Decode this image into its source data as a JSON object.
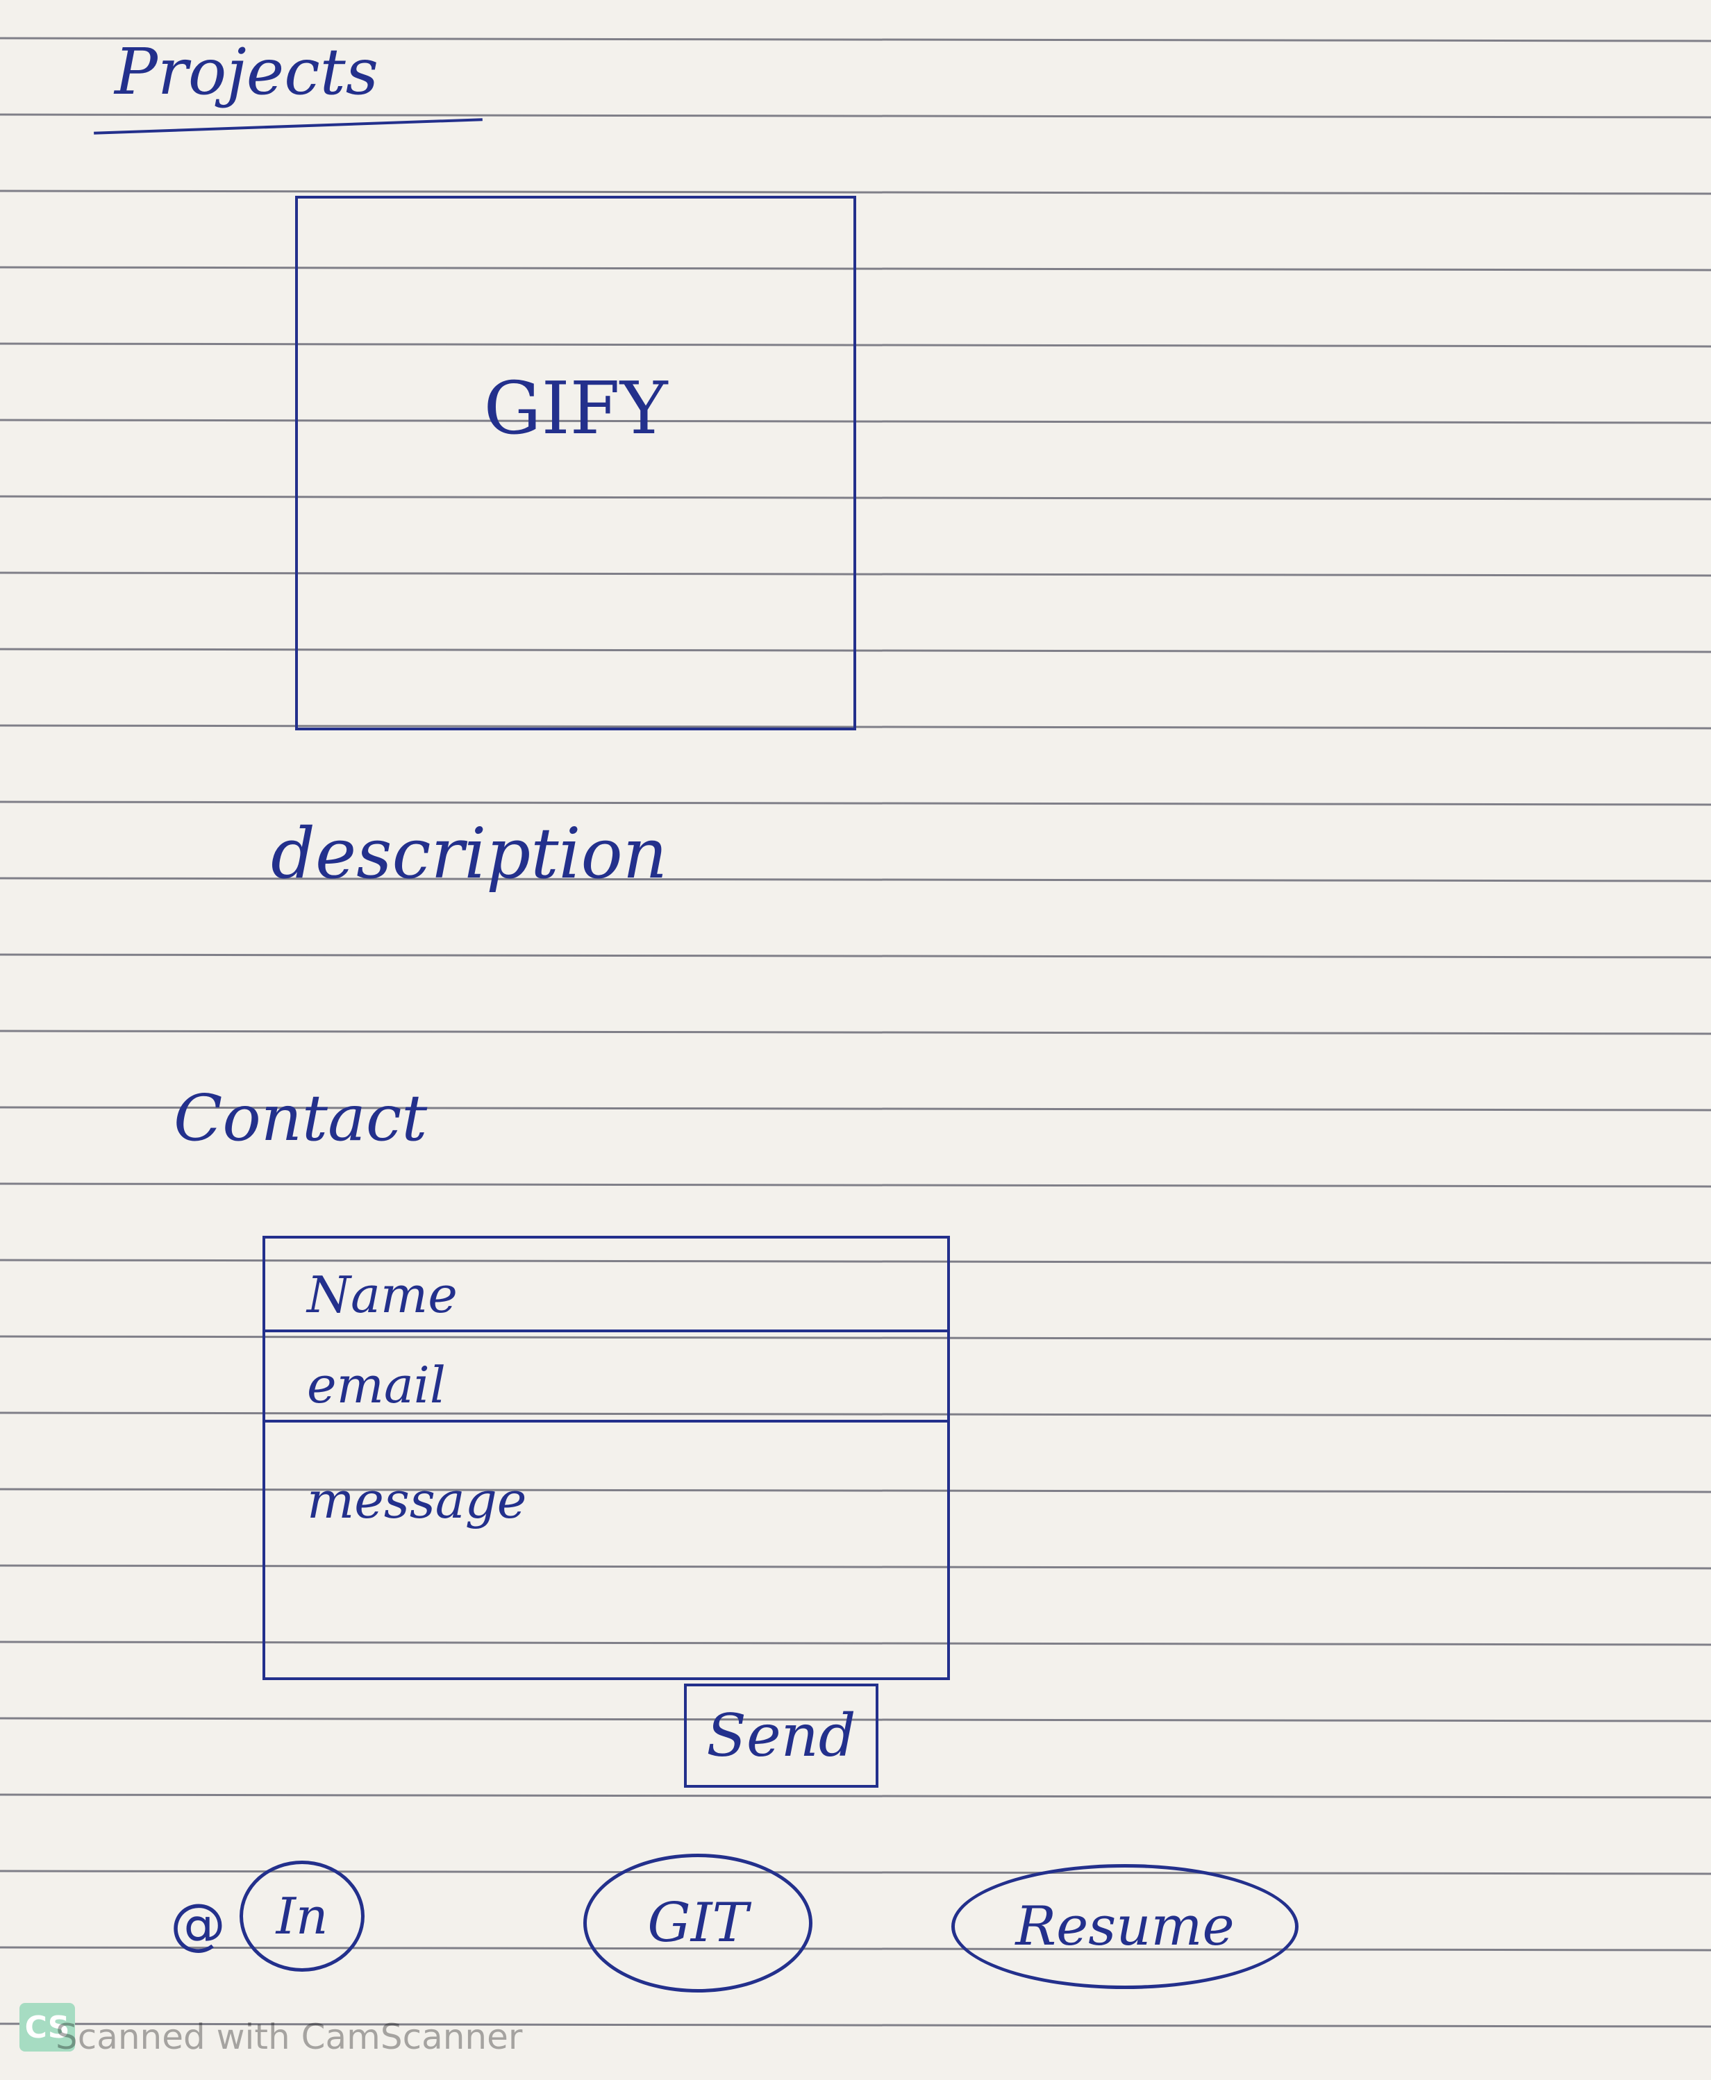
{
  "projects": {
    "title": "Projects",
    "card_label": "GIFY",
    "description": "description"
  },
  "contact": {
    "title": "Contact",
    "name_label": "Name",
    "email_label": "email",
    "message_label": "message",
    "send_label": "Send"
  },
  "links": {
    "at_symbol": "@",
    "linkedin_label": "In",
    "github_label": "GIT",
    "resume_label": "Resume"
  },
  "watermark": {
    "badge": "CS",
    "text": "Scanned with CamScanner"
  },
  "colors": {
    "ink": "#23308c",
    "paper": "#f3f1ec",
    "rule": "#7f7f88"
  }
}
